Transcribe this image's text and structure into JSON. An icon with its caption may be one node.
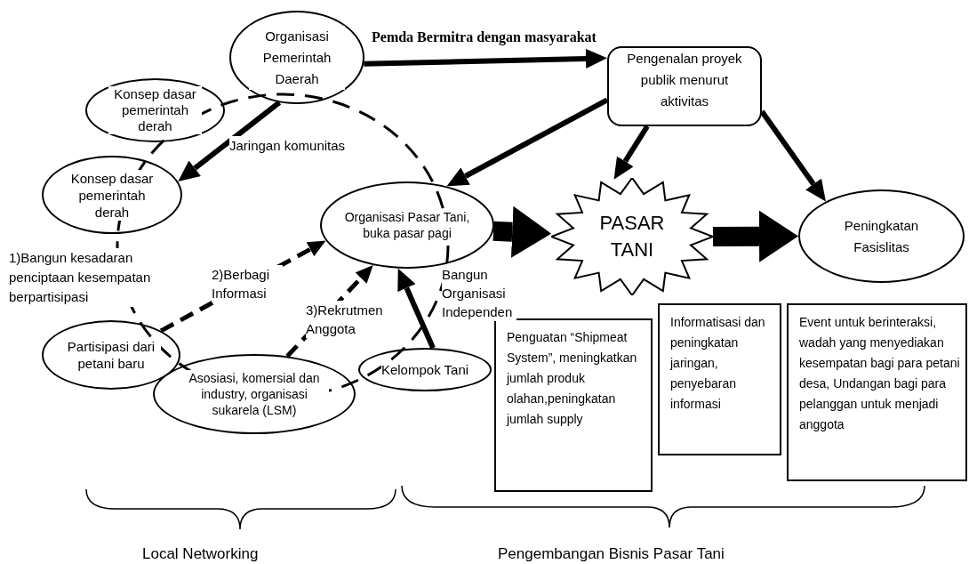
{
  "diagram": {
    "nodes": [
      {
        "text": [
          "Organisasi Pemerintah Daerah"
        ]
      },
      {
        "text": [
          "Konsep dasar pemerintah derah"
        ]
      },
      {
        "text": [
          "Konsep dasar pemerintah derah"
        ]
      },
      {
        "text": [
          "Pengenalan proyek publik menurut aktivitas"
        ]
      },
      {
        "text": [
          "Organisasi Pasar Tani, buka pasar pagi"
        ]
      },
      {
        "text": [
          "PASAR TANI"
        ]
      },
      {
        "text": [
          "Peningkatan Fasislitas"
        ]
      },
      {
        "text": [
          "Partisipasi dari petani baru"
        ]
      },
      {
        "text": [
          "Asosiasi, komersial dan industry, organisasi sukarela (LSM)"
        ]
      },
      {
        "text": [
          "Kelompok Tani"
        ]
      },
      {
        "text": [
          "Penguatan “Shipmeat System”, meningkatkan jumlah produk olahan,peningkatan jumlah supply"
        ]
      },
      {
        "text": [
          "Informatisasi dan peningkatan jaringan, penyebaran informasi"
        ]
      },
      {
        "text": [
          "Event untuk berinteraksi, wadah yang menyediakan kesempatan bagi para petani desa, Undangan bagi para pelanggan untuk menjadi anggota"
        ]
      }
    ],
    "edges": [
      {
        "from": 0,
        "to": 3,
        "arrow": "to",
        "label": "Pemda Bermitra dengan masyarakat"
      },
      {
        "from": 0,
        "to": 2,
        "arrow": "to",
        "label": "Jaringan komunitas"
      },
      {
        "from": 3,
        "to": 4,
        "arrow": "to"
      },
      {
        "from": 3,
        "to": 5,
        "arrow": "to"
      },
      {
        "from": 3,
        "to": 6,
        "arrow": "to"
      },
      {
        "from": 4,
        "to": 5,
        "arrow": "to",
        "style": "thick"
      },
      {
        "from": 5,
        "to": 6,
        "arrow": "to",
        "style": "thick"
      },
      {
        "from": 7,
        "to": 4,
        "arrow": "to",
        "style": "dashed",
        "label": "2)Berbagi Informasi"
      },
      {
        "from": 8,
        "to": 4,
        "arrow": "to",
        "style": "dashed",
        "label": "3)Rekrutmen Anggota"
      },
      {
        "from": 9,
        "to": 4,
        "arrow": "to",
        "label": "Bangun Organisasi Independen"
      }
    ],
    "labels": [
      "1)Bangun kesadaran penciptaan kesempatan berpartisipasi",
      "Local Networking",
      "Pengembangan Bisnis Pasar Tani"
    ]
  }
}
